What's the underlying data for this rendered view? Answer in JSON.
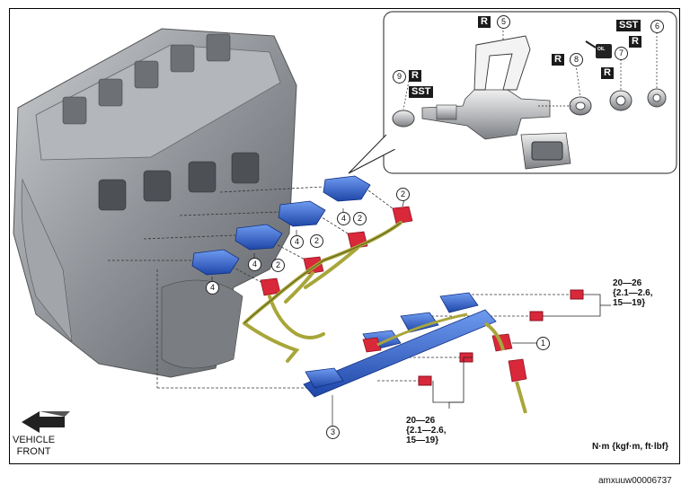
{
  "callouts": {
    "c1": "1",
    "c2": "2",
    "c3": "3",
    "c4": "4",
    "c5": "5",
    "c6": "6",
    "c7": "7",
    "c8": "8",
    "c9": "9"
  },
  "marks": {
    "replace": "R",
    "sst": "SST"
  },
  "oil_label": "OIL",
  "torque_upper": {
    "line1": "20—26",
    "line2": "{2.1—2.6,",
    "line3": "15—19}"
  },
  "torque_lower": {
    "line1": "20—26",
    "line2": "{2.1—2.6,",
    "line3": "15—19}"
  },
  "units": "N·m {kgf·m, ft·lbf}",
  "vehicle_front": {
    "line1": "VEHICLE",
    "line2": "FRONT"
  },
  "figure_id": "amxuuw00006737",
  "colors": {
    "injector": "#2a5fd0",
    "bolt_red": "#d8283a",
    "harness": "#a8a63a",
    "engine": "#8c8f94"
  }
}
